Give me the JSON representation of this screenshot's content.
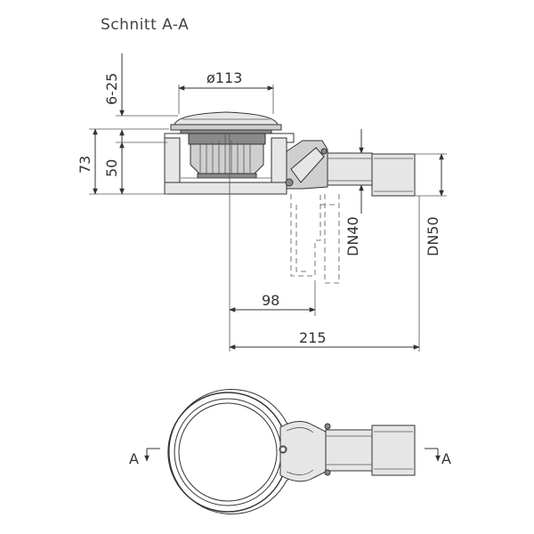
{
  "title": "Schnitt A-A",
  "dimensions": {
    "diameter": "ø113",
    "height_range": "6-25",
    "height_total": "73",
    "height_inner": "50",
    "dn_outlet_small": "DN40",
    "dn_outlet_large": "DN50",
    "length_center": "98",
    "length_total": "215"
  },
  "section_marks": {
    "left": "A",
    "right": "A"
  }
}
